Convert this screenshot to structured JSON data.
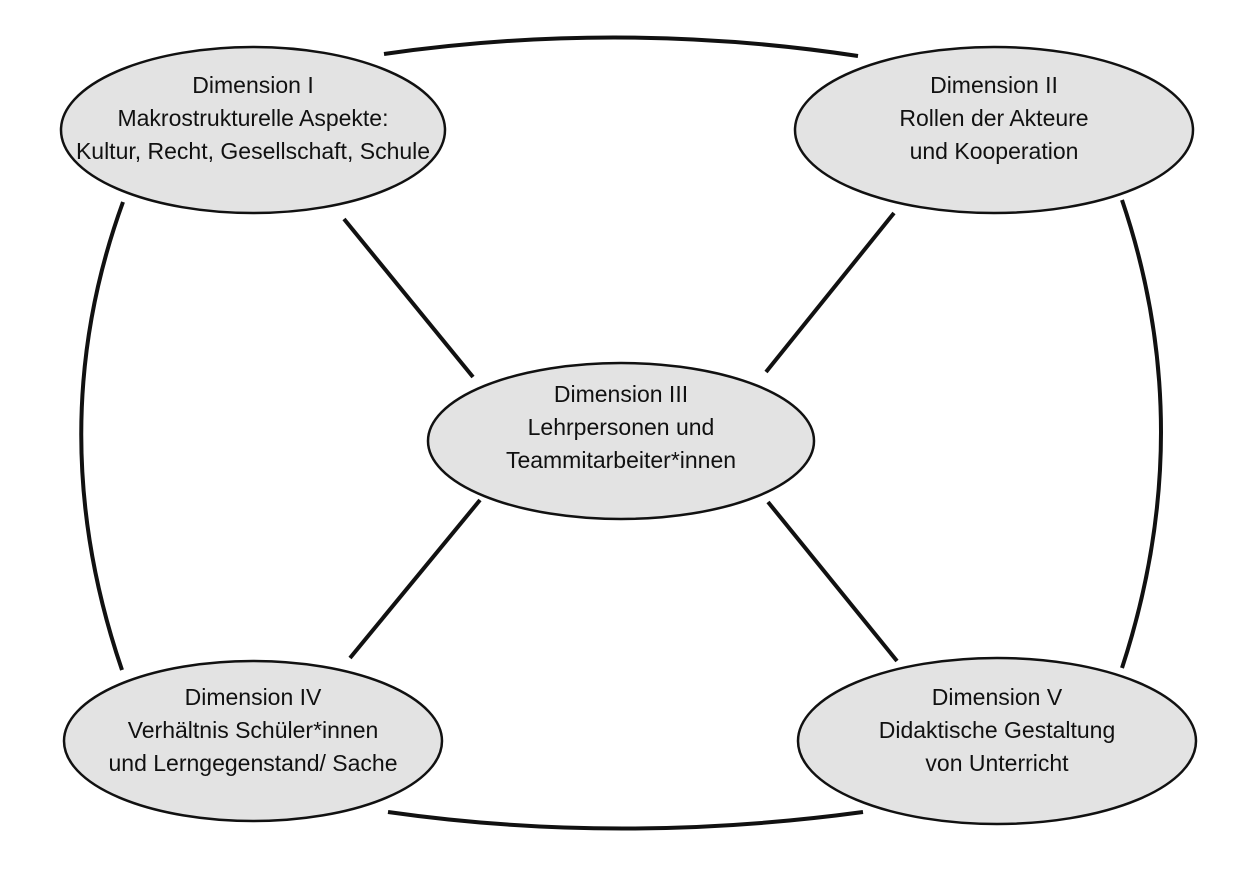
{
  "diagram": {
    "nodes": [
      {
        "id": "dim1",
        "lines": [
          "Dimension I",
          "Makrostrukturelle Aspekte:",
          "Kultur, Recht, Gesellschaft, Schule"
        ]
      },
      {
        "id": "dim2",
        "lines": [
          "Dimension II",
          "Rollen der Akteure",
          "und Kooperation"
        ]
      },
      {
        "id": "dim3",
        "lines": [
          "Dimension III",
          "Lehrpersonen und",
          "Teammitarbeiter*innen"
        ]
      },
      {
        "id": "dim4",
        "lines": [
          "Dimension IV",
          "Verhältnis Schüler*innen",
          "und Lerngegenstand/ Sache"
        ]
      },
      {
        "id": "dim5",
        "lines": [
          "Dimension V",
          "Didaktische Gestaltung",
          "von Unterricht"
        ]
      }
    ],
    "edges": [
      {
        "from": "dim1",
        "to": "dim2"
      },
      {
        "from": "dim2",
        "to": "dim5"
      },
      {
        "from": "dim5",
        "to": "dim4"
      },
      {
        "from": "dim4",
        "to": "dim1"
      },
      {
        "from": "dim1",
        "to": "dim3"
      },
      {
        "from": "dim2",
        "to": "dim3"
      },
      {
        "from": "dim4",
        "to": "dim3"
      },
      {
        "from": "dim5",
        "to": "dim3"
      }
    ]
  }
}
